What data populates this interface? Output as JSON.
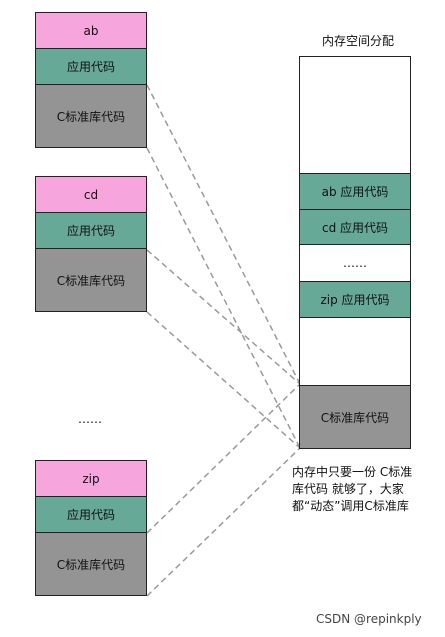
{
  "apps": [
    {
      "name": "ab",
      "app_code": "应用代码",
      "clib": "C标准库代码"
    },
    {
      "name": "cd",
      "app_code": "应用代码",
      "clib": "C标准库代码"
    },
    {
      "name": "zip",
      "app_code": "应用代码",
      "clib": "C标准库代码"
    }
  ],
  "left_ellipsis": "……",
  "memory": {
    "title": "内存空间分配",
    "ab_code": "ab 应用代码",
    "cd_code": "cd 应用代码",
    "ellipsis": "……",
    "zip_code": "zip 应用代码",
    "clib": "C标准库代码"
  },
  "caption": [
    "内存中只要一份 C标准",
    "库代码 就够了，大家",
    "都“动态”调用C标准库"
  ],
  "watermark": "CSDN @repinkply",
  "colors": {
    "app_name": "#f6a6dc",
    "app_code": "#66a997",
    "clib": "#949494",
    "link_line": "#9a9a9a"
  }
}
